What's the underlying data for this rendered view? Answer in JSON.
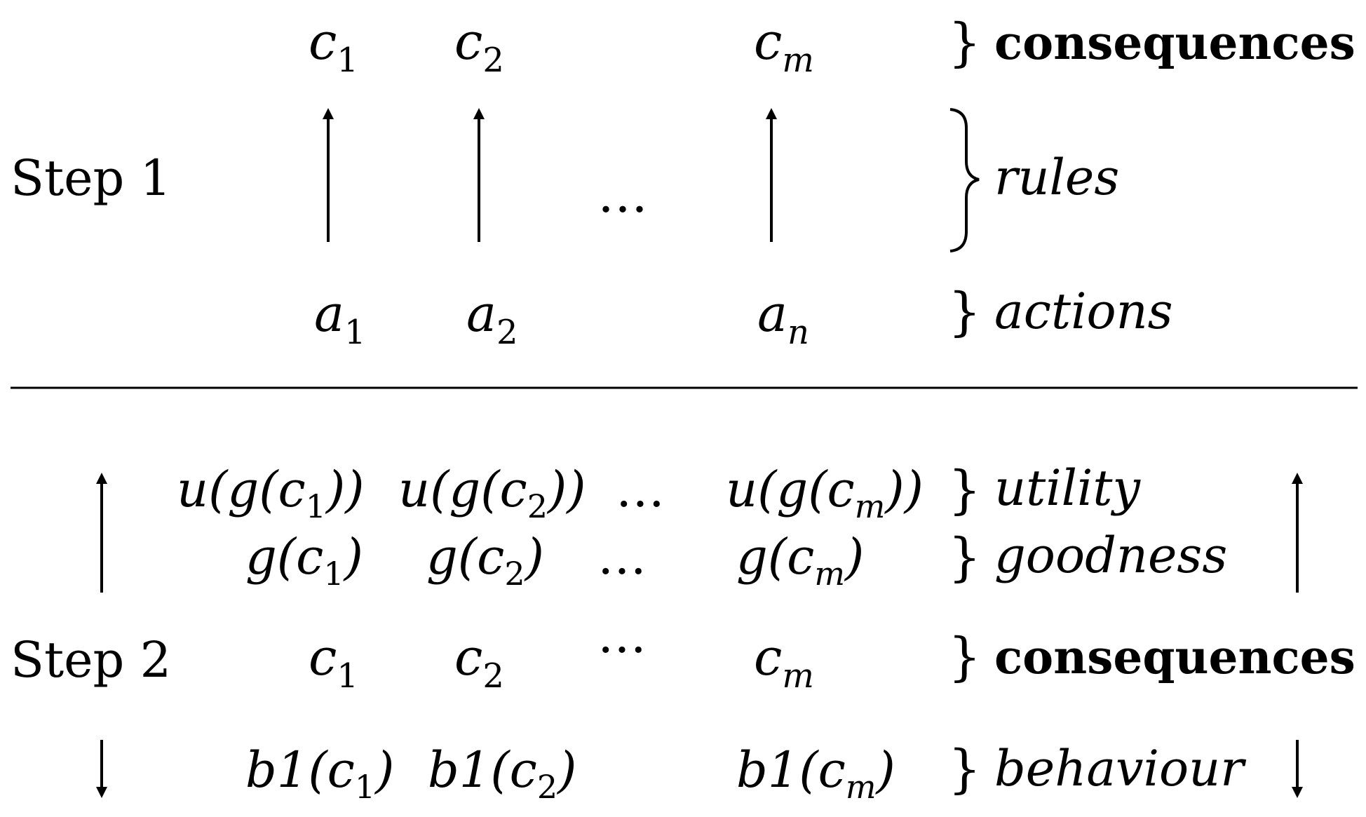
{
  "step1": {
    "label": "Step 1",
    "consequences": {
      "var": "c",
      "subs": [
        "1",
        "2",
        "m"
      ],
      "label": "consequences"
    },
    "rules_label": "rules",
    "actions": {
      "var": "a",
      "subs": [
        "1",
        "2",
        "n"
      ],
      "label": "actions"
    },
    "ellipsis": "…"
  },
  "step2": {
    "label": "Step 2",
    "utility": {
      "items": [
        {
          "pre": "u(g(c",
          "sub": "1",
          "post": "))"
        },
        {
          "pre": "u(g(c",
          "sub": "2",
          "post": "))"
        },
        {
          "pre": "u(g(c",
          "sub": "m",
          "post": "))"
        }
      ],
      "label": "utility"
    },
    "goodness": {
      "items": [
        {
          "pre": "g(c",
          "sub": "1",
          "post": ")"
        },
        {
          "pre": "g(c",
          "sub": "2",
          "post": ")"
        },
        {
          "pre": "g(c",
          "sub": "m",
          "post": ")"
        }
      ],
      "label": "goodness"
    },
    "consequences": {
      "var": "c",
      "subs": [
        "1",
        "2",
        "m"
      ],
      "label": "consequences"
    },
    "behaviour": {
      "items": [
        {
          "pre": "b1(c",
          "sub": "1",
          "post": ")"
        },
        {
          "pre": "b1(c",
          "sub": "2",
          "post": ")"
        },
        {
          "pre": "b1(c",
          "sub": "m",
          "post": ")"
        }
      ],
      "label": "behaviour"
    },
    "ellipsis": "…"
  },
  "brace": "}"
}
